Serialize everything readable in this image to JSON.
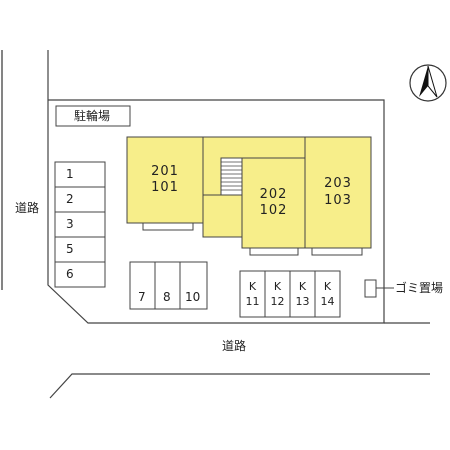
{
  "map": {
    "road_left": "道路",
    "road_bottom": "道路",
    "bicycle_parking": "駐輪場",
    "garbage_area": "ゴミ置場",
    "north_icon": "north-arrow-icon",
    "building_color": "#f7ee8a",
    "units": {
      "left": {
        "upper": "201",
        "lower": "101"
      },
      "middle": {
        "upper": "202",
        "lower": "102"
      },
      "right": {
        "upper": "203",
        "lower": "103"
      }
    },
    "parking_left": [
      "1",
      "2",
      "3",
      "5",
      "6"
    ],
    "parking_bottom": [
      "7",
      "8",
      "10"
    ],
    "parking_k": [
      {
        "letter": "K",
        "number": "11"
      },
      {
        "letter": "K",
        "number": "12"
      },
      {
        "letter": "K",
        "number": "13"
      },
      {
        "letter": "K",
        "number": "14"
      }
    ]
  }
}
